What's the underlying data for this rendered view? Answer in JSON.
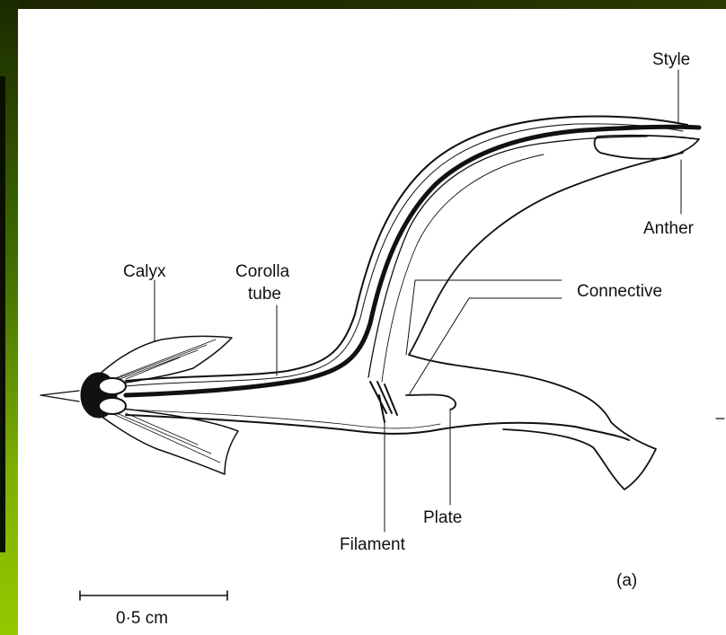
{
  "diagram": {
    "labels": {
      "style": "Style",
      "anther": "Anther",
      "calyx": "Calyx",
      "corolla_tube_line1": "Corolla",
      "corolla_tube_line2": "tube",
      "connective": "Connective",
      "plate": "Plate",
      "filament": "Filament",
      "panel_letter": "(a)",
      "scale": "0·5 cm"
    }
  },
  "colors": {
    "frame_green": "#7fb000",
    "frame_dark": "#1a2a00",
    "ink": "#111111",
    "paper": "#ffffff"
  }
}
